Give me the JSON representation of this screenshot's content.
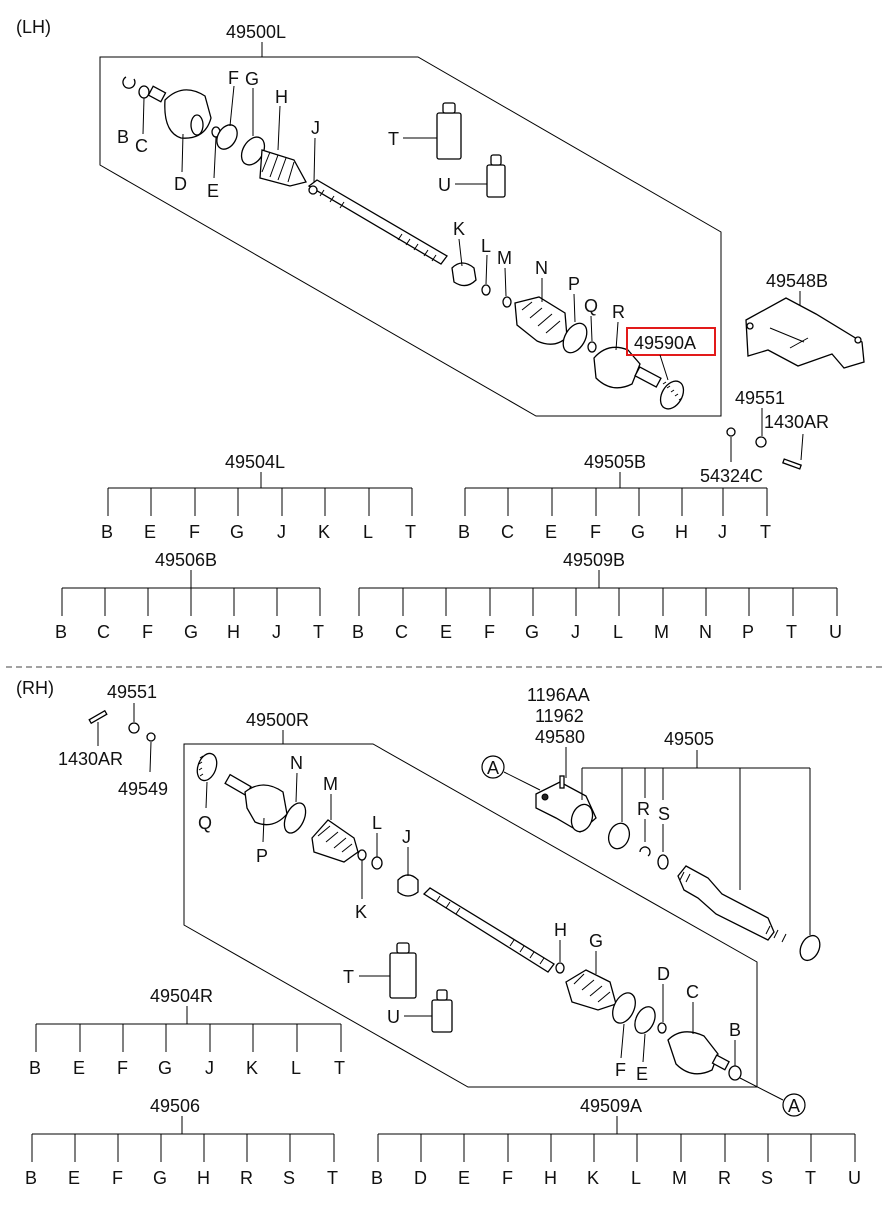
{
  "lh": {
    "section_label": "(LH)",
    "assembly": "49500L",
    "parts": {
      "b": "B",
      "c": "C",
      "d": "D",
      "e": "E",
      "f": "F",
      "g": "G",
      "h": "H",
      "j": "J",
      "k": "K",
      "l": "L",
      "m": "M",
      "n": "N",
      "p": "P",
      "q": "Q",
      "r": "R",
      "t": "T",
      "u": "U"
    },
    "highlight_part": "49590A",
    "bracket": "49548B",
    "nut": "49551",
    "bolt": "1430AR",
    "washer": "54324C",
    "kits": [
      {
        "code": "49504L",
        "items": [
          "B",
          "E",
          "F",
          "G",
          "J",
          "K",
          "L",
          "T"
        ]
      },
      {
        "code": "49505B",
        "items": [
          "B",
          "C",
          "E",
          "F",
          "G",
          "H",
          "J",
          "T"
        ]
      },
      {
        "code": "49506B",
        "items": [
          "B",
          "C",
          "F",
          "G",
          "H",
          "J",
          "T"
        ]
      },
      {
        "code": "49509B",
        "items": [
          "B",
          "C",
          "E",
          "F",
          "G",
          "J",
          "L",
          "M",
          "N",
          "P",
          "T",
          "U"
        ]
      }
    ]
  },
  "rh": {
    "section_label": "(RH)",
    "assembly": "49500R",
    "nut": "49551",
    "bolt": "1430AR",
    "washer": "49549",
    "bearing_bracket_codes": [
      "1196AA",
      "11962",
      "49580"
    ],
    "shaft": "49505",
    "circle_ref": "A",
    "parts": {
      "q": "Q",
      "p": "P",
      "n": "N",
      "m": "M",
      "k": "K",
      "l": "L",
      "j": "J",
      "h": "H",
      "g": "G",
      "d": "D",
      "c": "C",
      "b": "B",
      "f": "F",
      "e": "E",
      "t": "T",
      "u": "U",
      "r": "R",
      "s": "S"
    },
    "kits": [
      {
        "code": "49504R",
        "items": [
          "B",
          "E",
          "F",
          "G",
          "J",
          "K",
          "L",
          "T"
        ]
      },
      {
        "code": "49506",
        "items": [
          "B",
          "E",
          "F",
          "G",
          "H",
          "R",
          "S",
          "T"
        ]
      },
      {
        "code": "49509A",
        "items": [
          "B",
          "D",
          "E",
          "F",
          "H",
          "K",
          "L",
          "M",
          "R",
          "S",
          "T",
          "U"
        ]
      }
    ]
  }
}
